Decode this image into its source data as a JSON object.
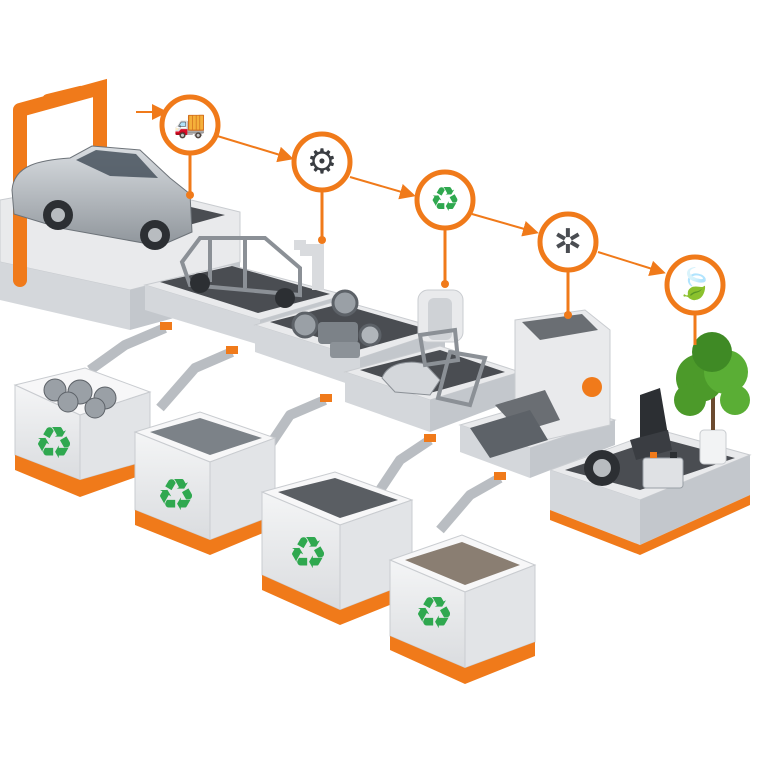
{
  "colors": {
    "accent": "#f07a1a",
    "recycle": "#2fa84f",
    "leaf": "#3aa33a",
    "platform": "#e9eaec",
    "platform_side": "#cfd2d6",
    "belt": "#4a4d52",
    "metal": "#9aa0a6",
    "background": "#ffffff"
  },
  "process_steps": [
    {
      "icon": "tow-truck-icon",
      "glyph": "🚚"
    },
    {
      "icon": "gear-icon",
      "glyph": "⚙"
    },
    {
      "icon": "recycle-icon",
      "glyph": "♻"
    },
    {
      "icon": "shredder-icon",
      "glyph": "✲"
    },
    {
      "icon": "leaf-icon",
      "glyph": "🍃"
    }
  ],
  "bins": [
    {
      "contents": "wheel-rims",
      "icon": "recycle-icon",
      "glyph": "♻"
    },
    {
      "contents": "metal-parts",
      "icon": "recycle-icon",
      "glyph": "♻"
    },
    {
      "contents": "shredded-metal",
      "icon": "recycle-icon",
      "glyph": "♻"
    },
    {
      "contents": "mixed-scrap",
      "icon": "recycle-icon",
      "glyph": "♻"
    }
  ],
  "stations": [
    "tow-gantry-with-car",
    "stripped-car-body",
    "engine-parts",
    "body-panels",
    "shredder-hopper",
    "reusable-parts-display"
  ]
}
